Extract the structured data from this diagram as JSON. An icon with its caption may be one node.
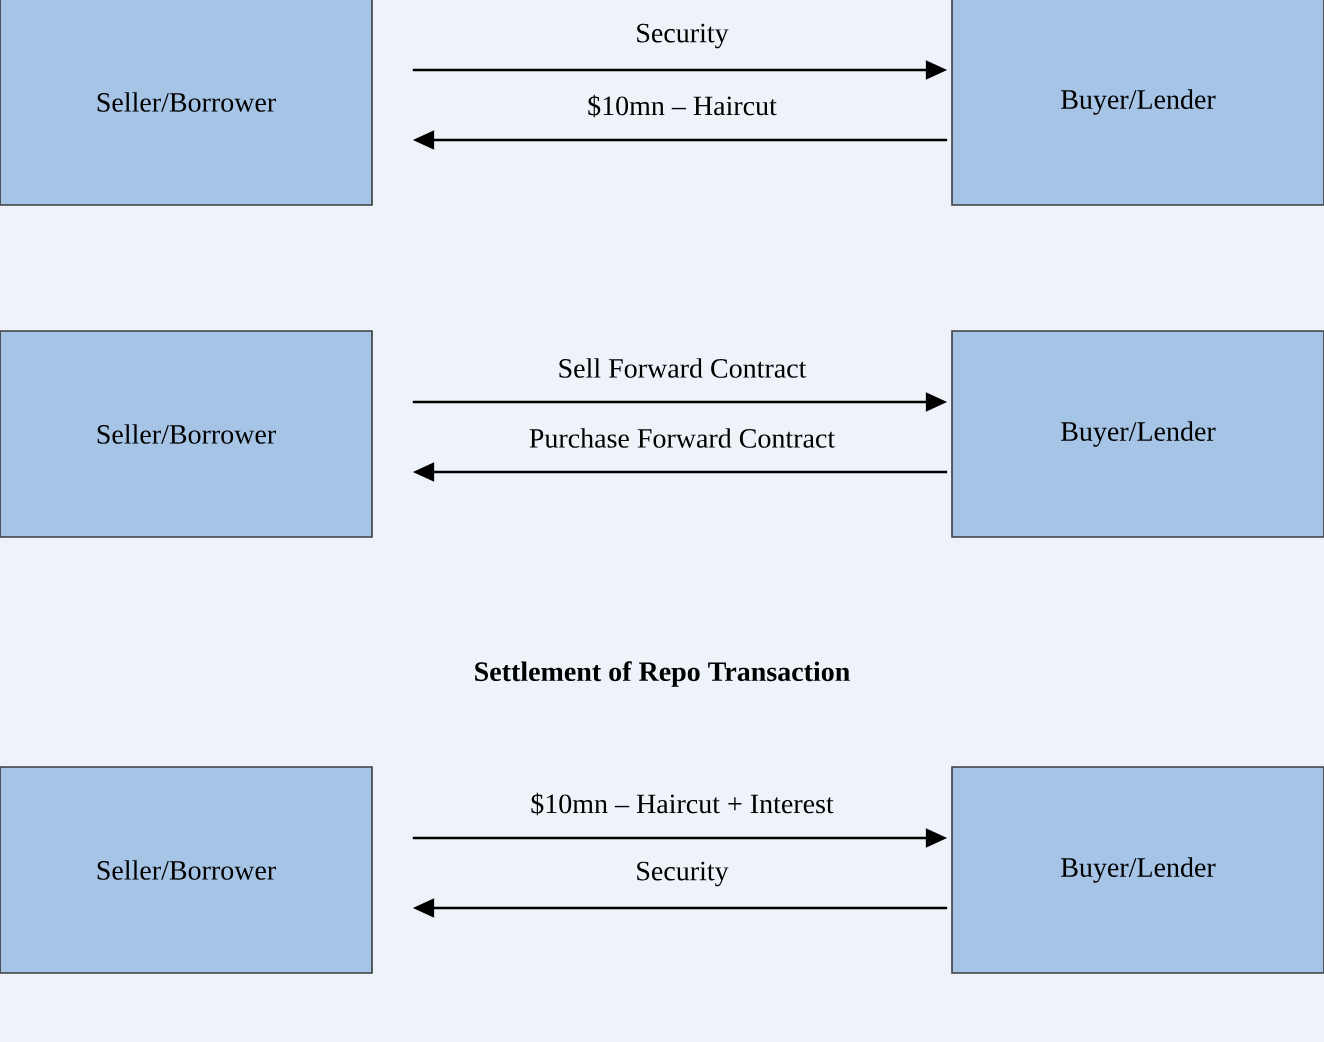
{
  "diagram": {
    "nodes": [
      {
        "text": [
          "Seller/Borrower"
        ]
      },
      {
        "text": [
          "Buyer/Lender"
        ]
      },
      {
        "text": [
          "Seller/Borrower"
        ]
      },
      {
        "text": [
          "Buyer/Lender"
        ]
      },
      {
        "text": [
          "Seller/Borrower"
        ]
      },
      {
        "text": [
          "Buyer/Lender"
        ]
      }
    ],
    "edges": [
      {
        "from": 0,
        "to": 1,
        "arrow": "to",
        "label": "Security"
      },
      {
        "from": 1,
        "to": 0,
        "arrow": "to",
        "label": "$10mn – Haircut"
      },
      {
        "from": 2,
        "to": 3,
        "arrow": "to",
        "label": "Sell Forward Contract"
      },
      {
        "from": 3,
        "to": 2,
        "arrow": "to",
        "label": "Purchase Forward Contract"
      },
      {
        "from": 4,
        "to": 5,
        "arrow": "to",
        "label": "$10mn – Haircut + Interest"
      },
      {
        "from": 5,
        "to": 4,
        "arrow": "to",
        "label": "Security"
      }
    ],
    "labels": [
      "Settlement of Repo Transaction"
    ]
  }
}
